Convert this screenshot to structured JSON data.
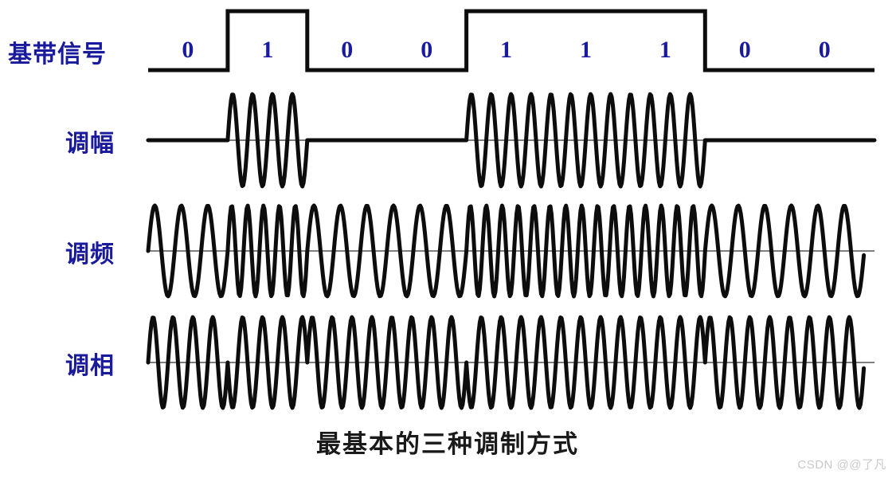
{
  "figure": {
    "caption": "最基本的三种调制方式",
    "watermark": "CSDN @@了凡",
    "colors": {
      "signal_blue": "#1a1a9c",
      "waveform_black": "#0d0d0d",
      "axis_gray": "#555555",
      "background": "#ffffff"
    }
  },
  "rows": [
    {
      "label": "基带信号",
      "kind": "digital"
    },
    {
      "label": "调幅",
      "kind": "am"
    },
    {
      "label": "调频",
      "kind": "fm"
    },
    {
      "label": "调相",
      "kind": "pm"
    }
  ],
  "chart_data": {
    "type": "line",
    "title": "最基本的三种调制方式",
    "xlabel": "",
    "ylabel": "",
    "bit_labels": [
      "0",
      "1",
      "0",
      "0",
      "1",
      "1",
      "1",
      "0",
      "0"
    ],
    "bits": [
      0,
      1,
      0,
      0,
      1,
      1,
      1,
      0,
      0
    ],
    "bit_count": 9,
    "geometry": {
      "x_start": 186,
      "x_end": 1085,
      "x_tail": 1098,
      "bit_width": 99.9,
      "baselines": {
        "digital": 88,
        "am": 176,
        "fm": 315,
        "pm": 455
      },
      "digital_high_y": 14,
      "am_amplitude": 58,
      "fm_amplitude": 57,
      "pm_amplitude": 57
    },
    "series": [
      {
        "name": "基带信号",
        "type": "square",
        "description": "NRZ baseband square wave, high for bit=1, low for bit=0",
        "values": [
          0,
          1,
          0,
          0,
          1,
          1,
          1,
          0,
          0
        ]
      },
      {
        "name": "调幅",
        "type": "ask",
        "description": "Amplitude-shift keying: carrier burst present when bit=1, flat line when bit=0",
        "cycles_per_bit": 4,
        "amplitude_per_bit": [
          0,
          1,
          0,
          0,
          1,
          1,
          1,
          0,
          0
        ]
      },
      {
        "name": "调频",
        "type": "fsk",
        "description": "Frequency-shift keying: constant amplitude, higher frequency when bit=1",
        "cycles_per_bit_zero": 3,
        "cycles_per_bit_one": 5,
        "cycles_per_bit": [
          3,
          5,
          3,
          3,
          5,
          5,
          5,
          3,
          3
        ]
      },
      {
        "name": "调相",
        "type": "psk",
        "description": "Phase-shift keying: constant amplitude and frequency, 180-degree phase reversal at each bit change",
        "cycles_per_bit": 4,
        "phase_per_bit_deg": [
          0,
          180,
          0,
          0,
          180,
          180,
          180,
          0,
          0
        ]
      }
    ]
  }
}
